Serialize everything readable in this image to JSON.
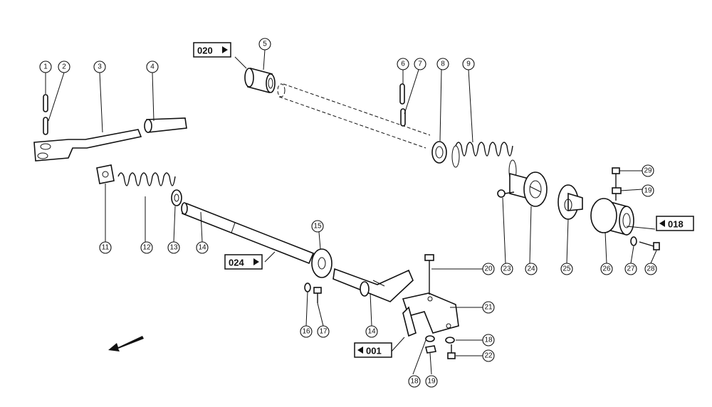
{
  "callouts": [
    {
      "id": "c1",
      "label": "1"
    },
    {
      "id": "c2",
      "label": "2"
    },
    {
      "id": "c3",
      "label": "3"
    },
    {
      "id": "c4",
      "label": "4"
    },
    {
      "id": "c5",
      "label": "5"
    },
    {
      "id": "c6",
      "label": "6"
    },
    {
      "id": "c7",
      "label": "7"
    },
    {
      "id": "c8",
      "label": "8"
    },
    {
      "id": "c9",
      "label": "9"
    },
    {
      "id": "c11",
      "label": "11"
    },
    {
      "id": "c12",
      "label": "12"
    },
    {
      "id": "c13",
      "label": "13"
    },
    {
      "id": "c14a",
      "label": "14"
    },
    {
      "id": "c15",
      "label": "15"
    },
    {
      "id": "c16",
      "label": "16"
    },
    {
      "id": "c17",
      "label": "17"
    },
    {
      "id": "c14b",
      "label": "14"
    },
    {
      "id": "c18a",
      "label": "18"
    },
    {
      "id": "c19a",
      "label": "19"
    },
    {
      "id": "c18b",
      "label": "18"
    },
    {
      "id": "c22",
      "label": "22"
    },
    {
      "id": "c20",
      "label": "20"
    },
    {
      "id": "c21",
      "label": "21"
    },
    {
      "id": "c23",
      "label": "23"
    },
    {
      "id": "c24",
      "label": "24"
    },
    {
      "id": "c25",
      "label": "25"
    },
    {
      "id": "c26",
      "label": "26"
    },
    {
      "id": "c27",
      "label": "27"
    },
    {
      "id": "c28",
      "label": "28"
    },
    {
      "id": "c29",
      "label": "29"
    },
    {
      "id": "c19b",
      "label": "19"
    }
  ],
  "page_refs": [
    {
      "id": "r020",
      "label": "020",
      "arrow": "right"
    },
    {
      "id": "r024",
      "label": "024",
      "arrow": "right"
    },
    {
      "id": "r018",
      "label": "018",
      "arrow": "left"
    },
    {
      "id": "r001",
      "label": "001",
      "arrow": "left"
    }
  ]
}
